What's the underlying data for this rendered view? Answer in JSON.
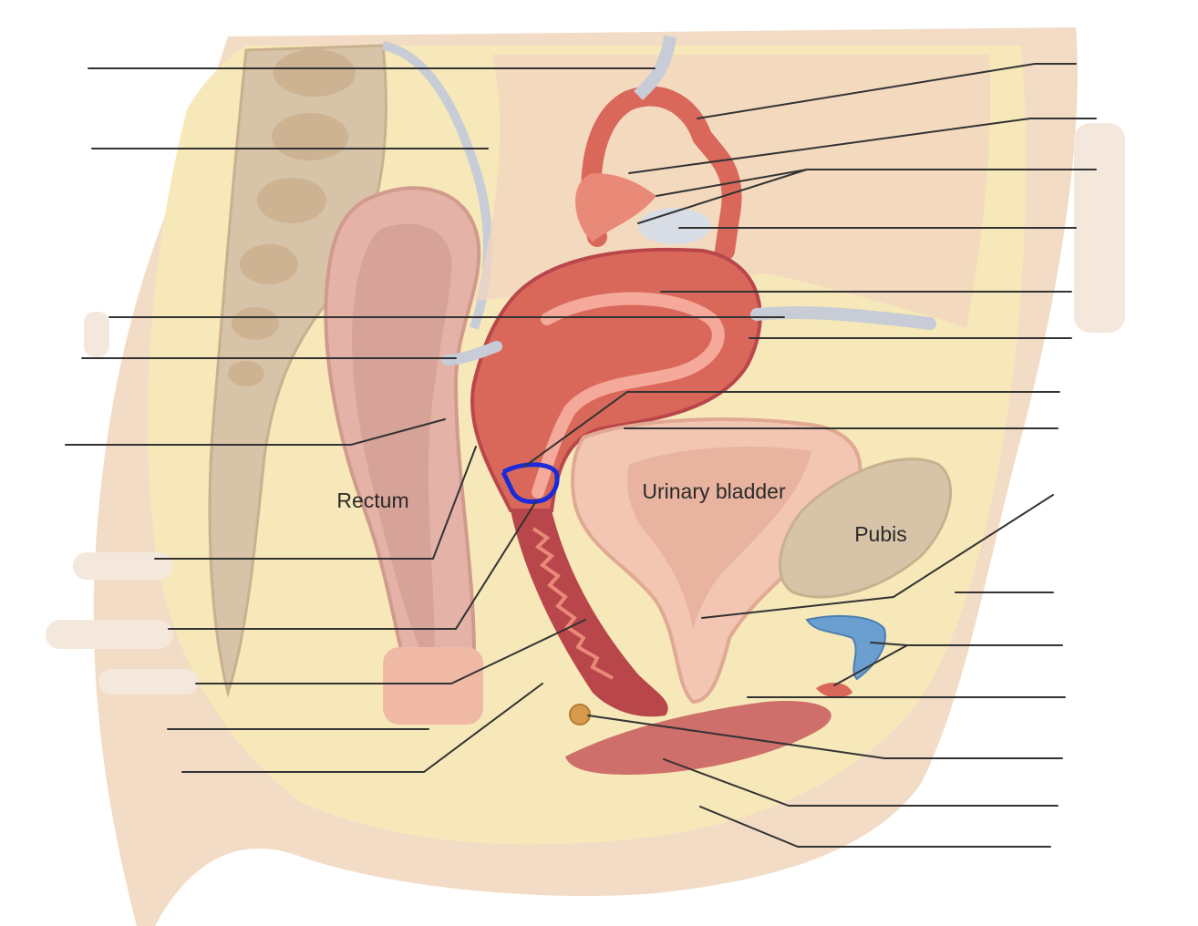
{
  "colors": {
    "background": "#ffffff",
    "skin": "#f3dcc6",
    "fat": "#f6e8b8",
    "bone": "#d7c3a8",
    "rectum": "#e4b2a6",
    "uterus": "#d9685a",
    "uterus_wall": "#e98a78",
    "vagina": "#b9464a",
    "bladder": "#f2c6b3",
    "ligament": "#c7ccd6",
    "cartilage": "#6b9fd0",
    "marker": "#1a2bd8",
    "leader_line": "#333333",
    "label_text": "#2b2b2b"
  },
  "labels": {
    "rectum": "Rectum",
    "urinary_bladder": "Urinary bladder",
    "pubis": "Pubis"
  },
  "blank_label_lines": {
    "left_count": 10,
    "right_count": 17
  }
}
